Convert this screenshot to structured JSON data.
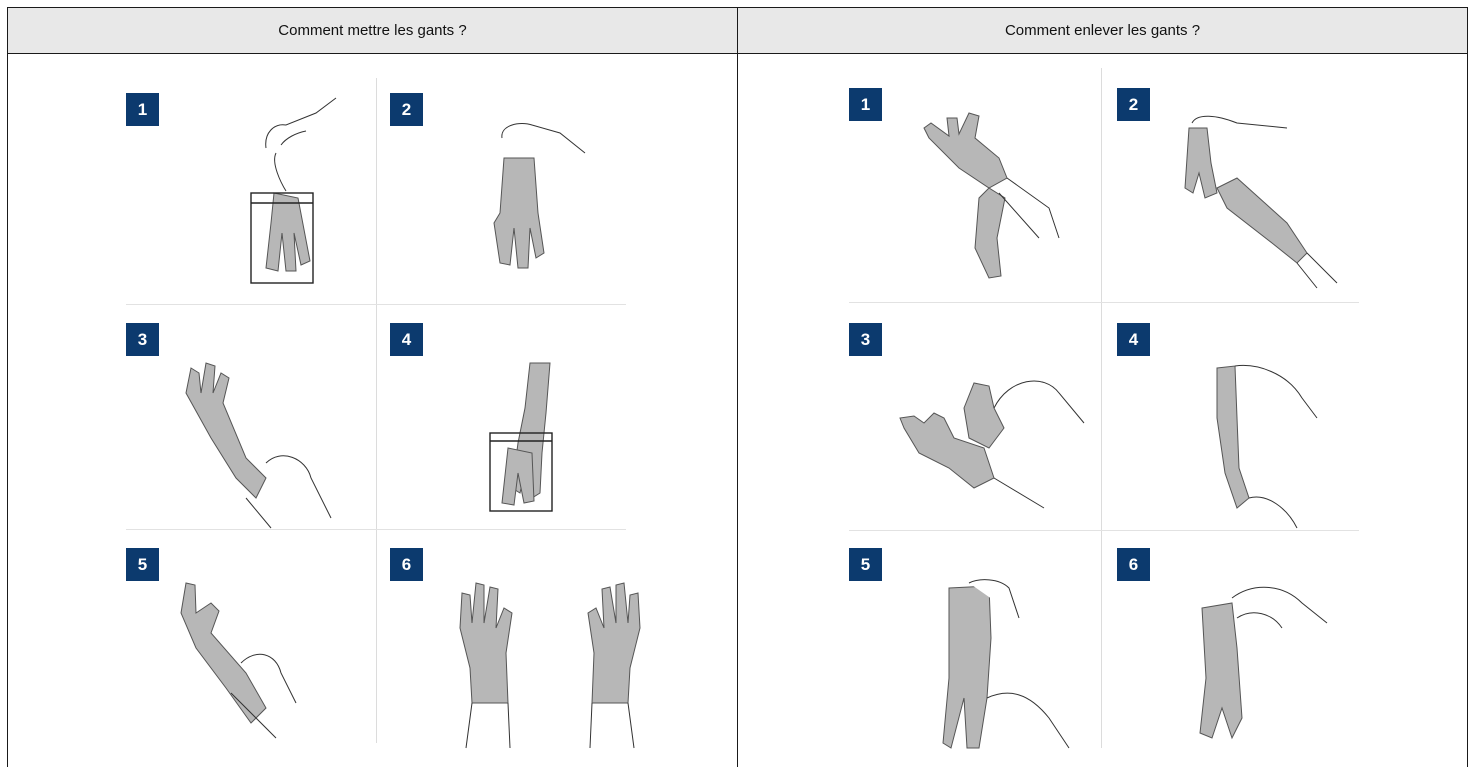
{
  "headers": {
    "put_on": "Comment mettre les gants ?",
    "take_off": "Comment enlever les gants ?"
  },
  "put_on_steps": [
    "1",
    "2",
    "3",
    "4",
    "5",
    "6"
  ],
  "take_off_steps": [
    "1",
    "2",
    "3",
    "4",
    "5",
    "6"
  ],
  "colors": {
    "badge": "#0c3a6e",
    "header_bg": "#e8e8e8",
    "glove": "#b7b7b7"
  }
}
